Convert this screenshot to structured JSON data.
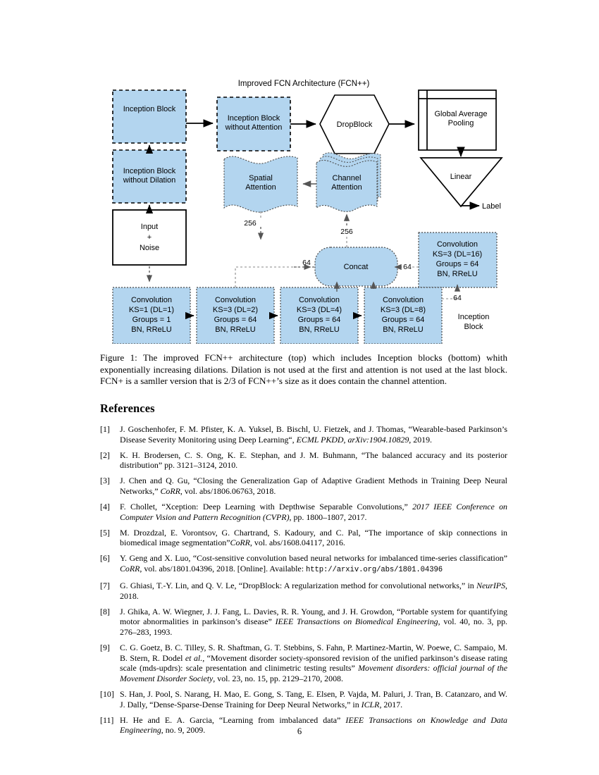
{
  "figure": {
    "title": "Improved FCN Architecture (FCN++)",
    "colors": {
      "block_fill": "#b3d5ef",
      "block_stroke": "#6c8ebf",
      "plain_stroke": "#000000",
      "arrow": "#000000",
      "dashed_arrow": "#6a6a6a"
    },
    "nodes": {
      "inception_block": "Inception Block",
      "inception_block_no_attention": "Inception Block\nwithout Attention",
      "inception_block_no_dilation": "Inception Block\nwithout Dilation",
      "dropblock": "DropBlock",
      "global_average_pooling": "Global Average\nPooling",
      "linear": "Linear",
      "label": "Label",
      "spatial_attention": "Spatial\nAttention",
      "channel_attention": "Channel\nAttention",
      "input_noise": "Input\n+\nNoise",
      "concat": "Concat",
      "inception_block_caption": "Inception\nBlock"
    },
    "node_lines": {
      "inception_block": [
        "Inception Block"
      ],
      "inception_block_no_attention": [
        "Inception Block",
        "without Attention"
      ],
      "inception_block_no_dilation": [
        "Inception Block",
        "without Dilation"
      ],
      "global_average_pooling": [
        "Global Average",
        "Pooling"
      ],
      "spatial_attention": [
        "Spatial",
        "Attention"
      ],
      "channel_attention": [
        "Channel",
        "Attention"
      ],
      "input_noise": [
        "Input",
        "+",
        "Noise"
      ],
      "inception_block_caption": [
        "Inception",
        "Block"
      ]
    },
    "conv_blocks": [
      {
        "l1": "Convolution",
        "l2": "KS=1 (DL=1)",
        "l3": "Groups = 1",
        "l4": "BN, RReLU"
      },
      {
        "l1": "Convolution",
        "l2": "KS=3 (DL=2)",
        "l3": "Groups = 64",
        "l4": "BN, RReLU"
      },
      {
        "l1": "Convolution",
        "l2": "KS=3 (DL=4)",
        "l3": "Groups = 64",
        "l4": "BN, RReLU"
      },
      {
        "l1": "Convolution",
        "l2": "KS=3 (DL=8)",
        "l3": "Groups = 64",
        "l4": "BN, RReLU"
      },
      {
        "l1": "Convolution",
        "l2": "KS=3 (DL=16)",
        "l3": "Groups = 64",
        "l4": "BN, RReLU"
      }
    ],
    "edge_labels": {
      "spatial_256": "256",
      "channel_256": "256",
      "conv2_64": "64",
      "conv16_64_left": "64",
      "conv16_64_down": "64"
    }
  },
  "caption": {
    "text": "Figure 1: The improved FCN++ architecture (top) which includes Inception blocks (bottom) whith exponentially increasing dilations. Dilation is not used at the first and attention is not used at the last block. FCN+ is a samller version that is 2/3 of FCN++’s size as it does contain the channel attention."
  },
  "references": {
    "heading": "References",
    "items": [
      {
        "num": "[1]",
        "html": "J. Goschenhofer, F. M. Pfister, K. A. Yuksel, B. Bischl, U. Fietzek, and J. Thomas, “Wearable-based Parkinson’s Disease Severity Monitoring using Deep Learning“, <i>ECML PKDD</i>, <i>arXiv:1904.10829</i>, 2019."
      },
      {
        "num": "[2]",
        "html": "K. H. Brodersen, C. S. Ong, K. E. Stephan, and J. M. Buhmann, “The balanced accuracy and its posterior distribution” pp. 3121–3124, 2010."
      },
      {
        "num": "[3]",
        "html": "J. Chen and Q. Gu, “Closing the Generalization Gap of Adaptive Gradient Methods in Training Deep Neural Networks,” <i>CoRR</i>, vol. abs/1806.06763, 2018."
      },
      {
        "num": "[4]",
        "html": "F. Chollet, “Xception: Deep Learning with Depthwise Separable Convolutions,” <i>2017 IEEE Conference on Computer Vision and Pattern Recognition (CVPR)</i>, pp. 1800–1807, 2017."
      },
      {
        "num": "[5]",
        "html": "M. Drozdzal, E. Vorontsov, G. Chartrand, S. Kadoury, and C. Pal, “The importance of skip connections in biomedical image segmentation”<i>CoRR</i>, vol. abs/1608.04117, 2016."
      },
      {
        "num": "[6]",
        "html": "Y. Geng and X. Luo, “Cost-sensitive convolution based neural networks for imbalanced time-series classification” <i>CoRR</i>, vol. abs/1801.04396, 2018. [Online]. Available: <span class=\"mono\">http://arxiv.org/abs/1801.04396</span>"
      },
      {
        "num": "[7]",
        "html": "G. Ghiasi, T.-Y. Lin, and Q. V. Le, “DropBlock: A regularization method for convolutional networks,” in <i>NeurIPS</i>, 2018."
      },
      {
        "num": "[8]",
        "html": "J. Ghika, A. W. Wiegner, J. J. Fang, L. Davies, R. R. Young, and J. H. Growdon, “Portable system for quantifying motor abnormalities in parkinson’s disease” <i>IEEE Transactions on Biomedical Engineering</i>, vol. 40, no. 3, pp. 276–283, 1993."
      },
      {
        "num": "[9]",
        "html": "C. G. Goetz, B. C. Tilley, S. R. Shaftman, G. T. Stebbins, S. Fahn, P. Martinez-Martin, W. Poewe, C. Sampaio, M. B. Stern, R. Dodel <i>et al.</i>, “Movement disorder society-sponsored revision of the unified parkinson’s disease rating scale (mds-updrs): scale presentation and clinimetric testing results” <i>Movement disorders: official journal of the Movement Disorder Society</i>, vol. 23, no. 15, pp. 2129–2170, 2008."
      },
      {
        "num": "[10]",
        "html": "S. Han, J. Pool, S. Narang, H. Mao, E. Gong, S. Tang, E. Elsen, P. Vajda, M. Paluri, J. Tran, B. Catanzaro, and W. J. Dally, “Dense-Sparse-Dense Training for Deep Neural Networks,” in <i>ICLR</i>, 2017."
      },
      {
        "num": "[11]",
        "html": "H. He and E. A. Garcia, “Learning from imbalanced data” <i>IEEE Transactions on Knowledge and Data Engineering</i>, no. 9, 2009."
      }
    ]
  },
  "footer": {
    "page_number": "6"
  }
}
